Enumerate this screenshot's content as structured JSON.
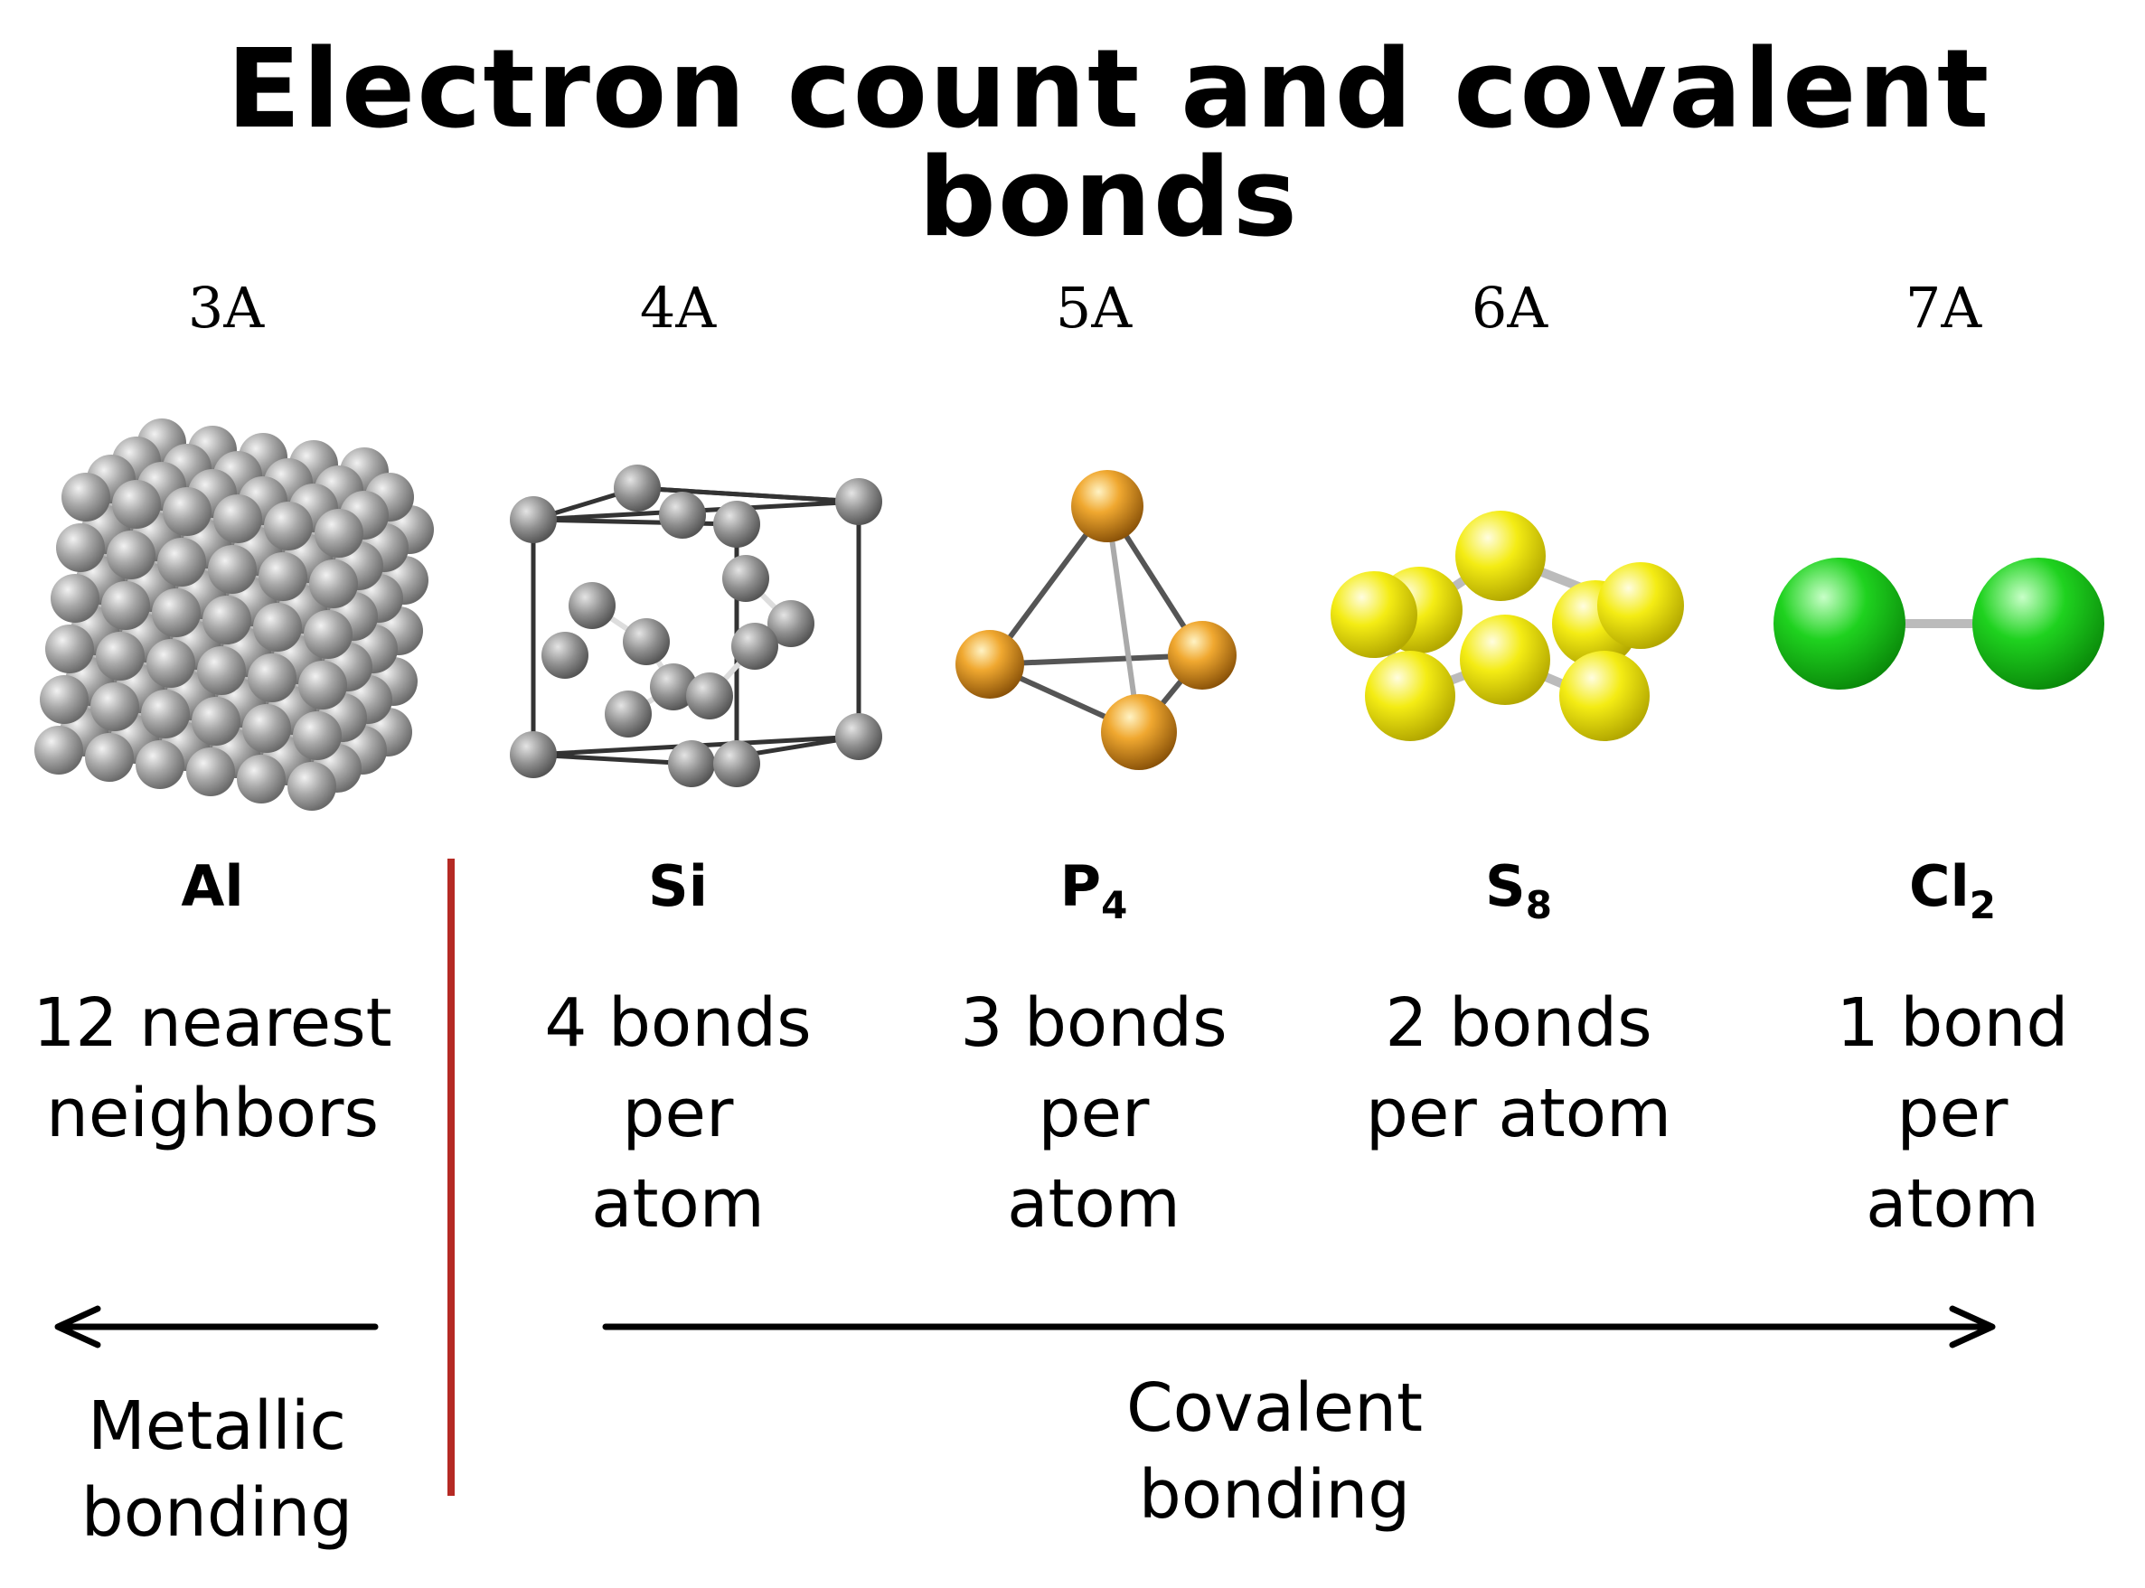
{
  "title": "Electron count and covalent bonds",
  "columns": [
    {
      "group": "3A",
      "element": "Al",
      "sub": "",
      "desc": [
        "12 nearest",
        "neighbors"
      ],
      "color": "#a8a8a8"
    },
    {
      "group": "4A",
      "element": "Si",
      "sub": "",
      "desc": [
        "4 bonds",
        "per",
        "atom"
      ],
      "color": "#9a9a9a"
    },
    {
      "group": "5A",
      "element": "P",
      "sub": "4",
      "desc": [
        "3 bonds",
        "per",
        "atom"
      ],
      "color": "#e0962a"
    },
    {
      "group": "6A",
      "element": "S",
      "sub": "8",
      "desc": [
        "2 bonds",
        "per atom"
      ],
      "color": "#f2ee12"
    },
    {
      "group": "7A",
      "element": "Cl",
      "sub": "2",
      "desc": [
        "1 bond",
        "per",
        "atom"
      ],
      "color": "#1fd21f"
    }
  ],
  "metallic": [
    "Metallic",
    "bonding"
  ],
  "covalent": [
    "Covalent",
    "bonding"
  ],
  "colors": {
    "divider": "#b52a24",
    "arrow": "#000000"
  }
}
